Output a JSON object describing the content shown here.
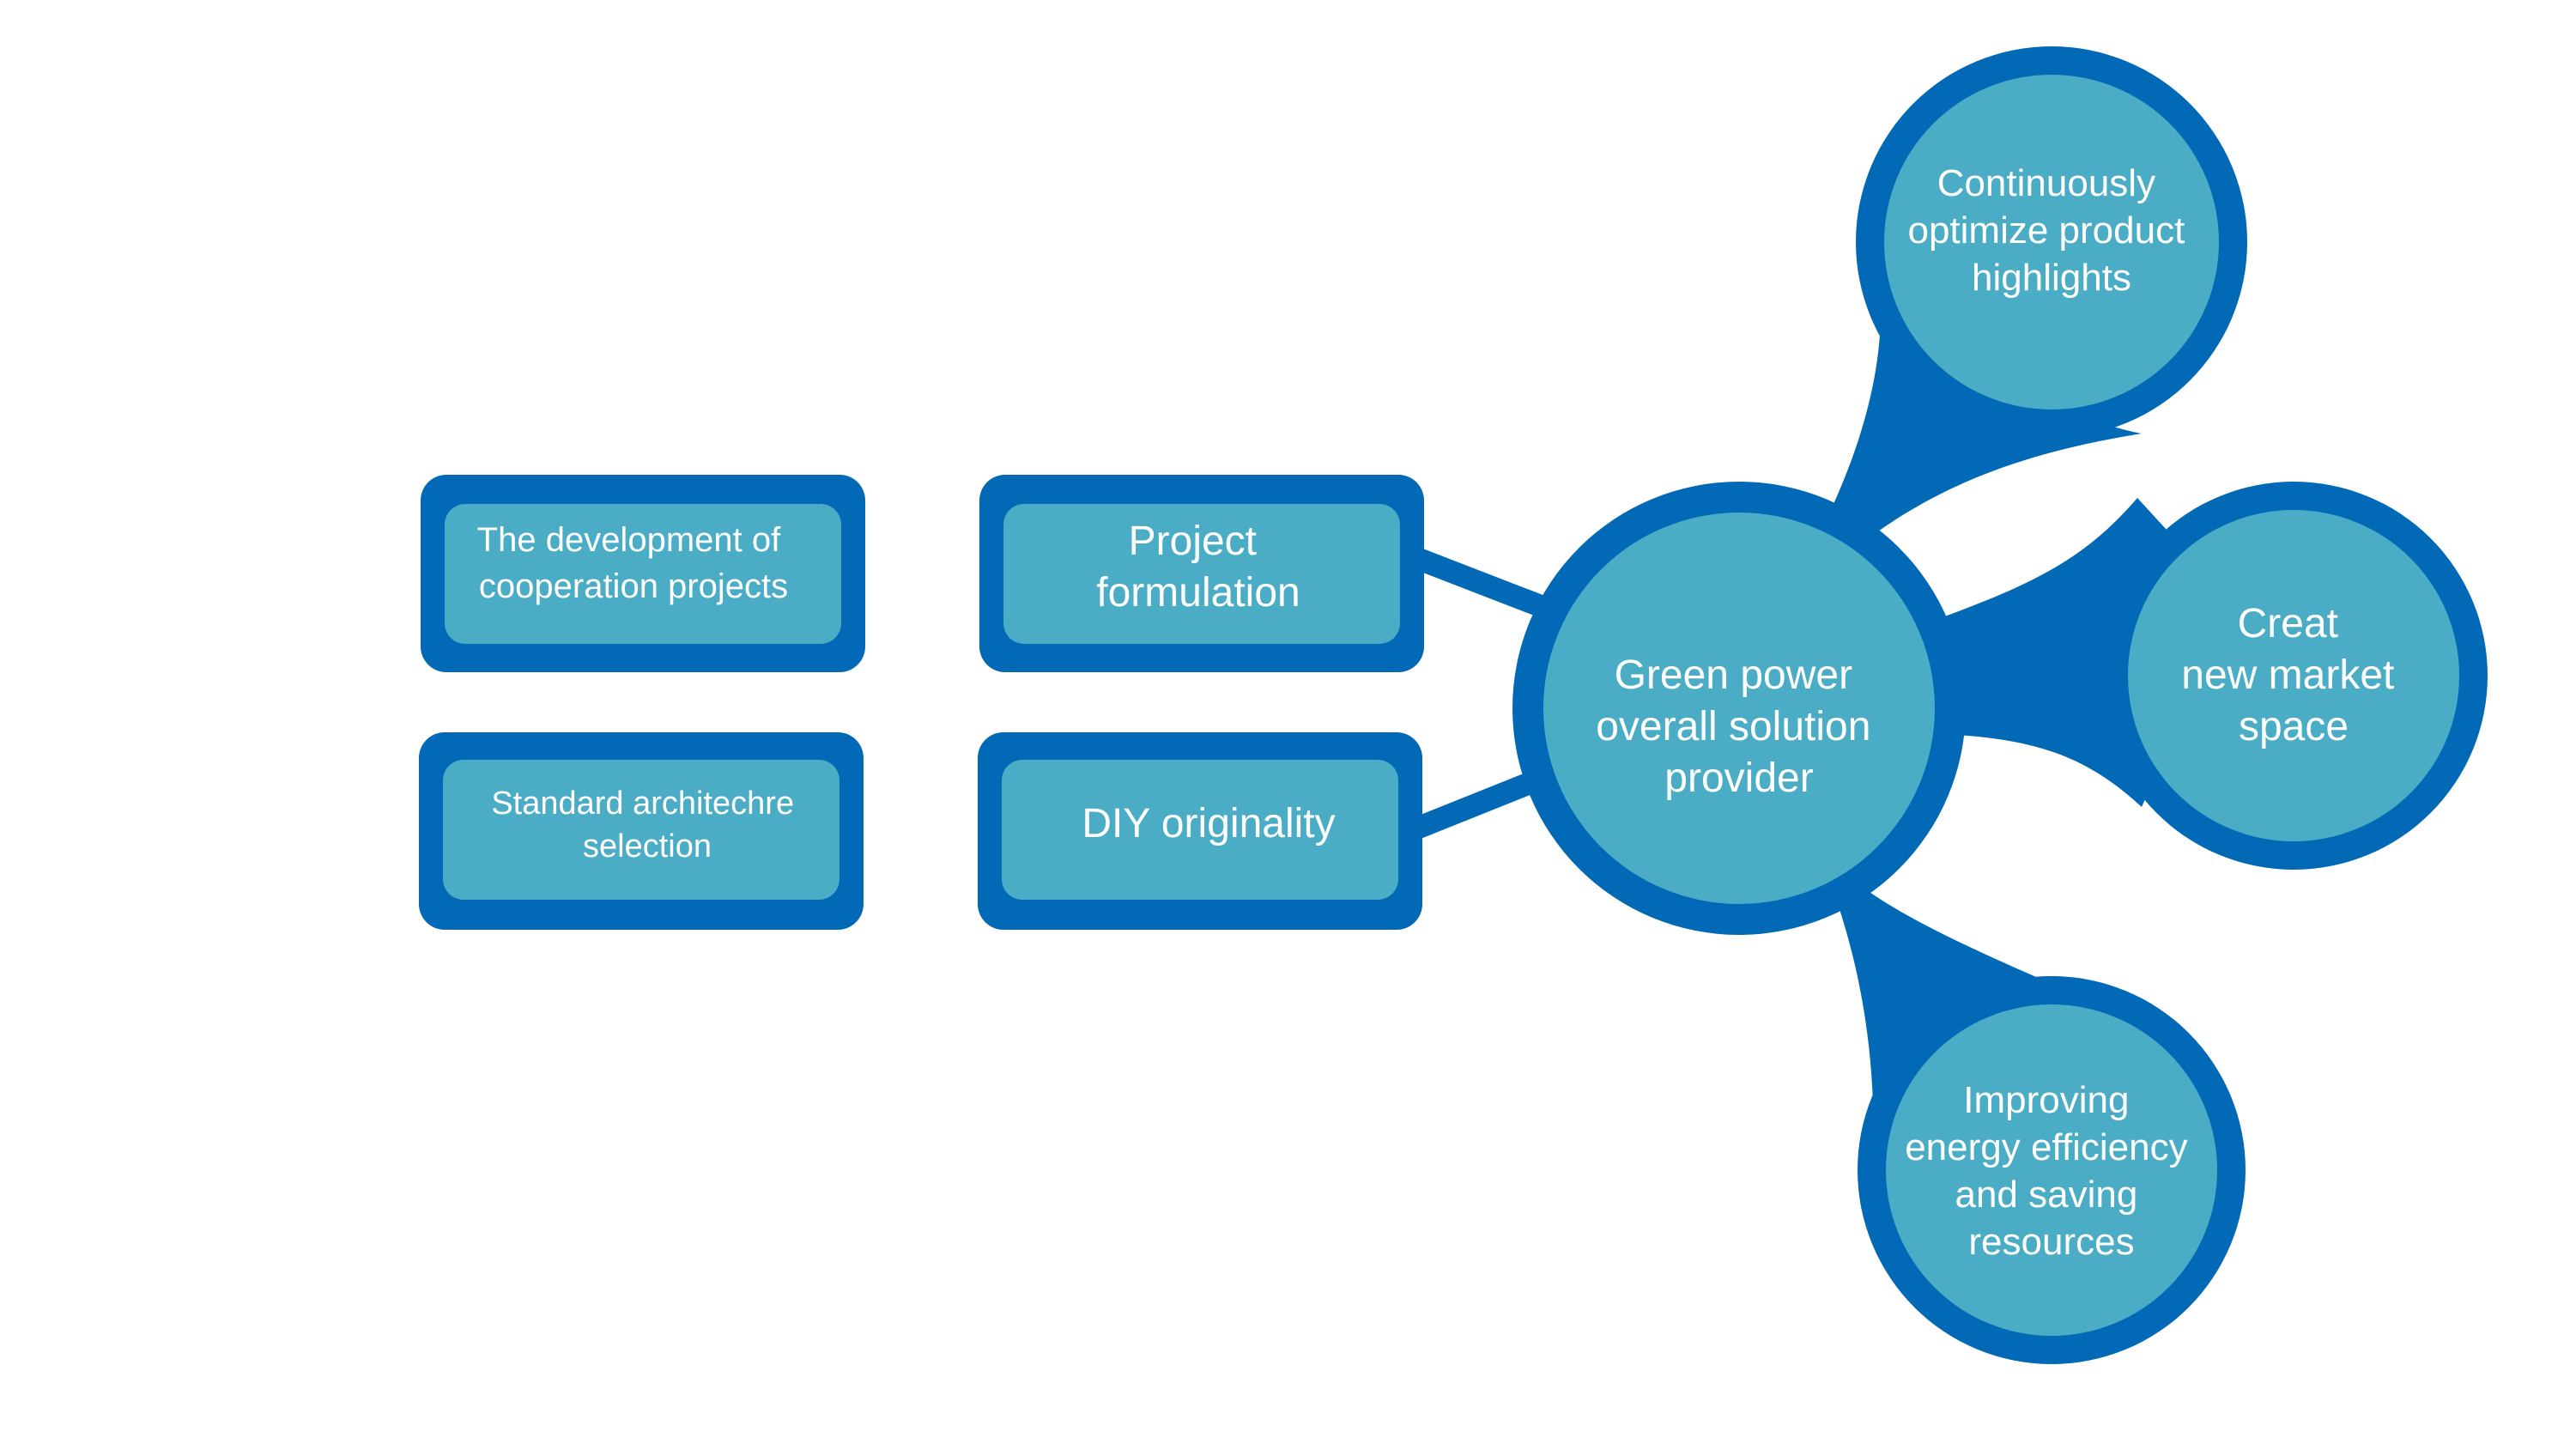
{
  "colors": {
    "outer": "#0169B5",
    "inner": "#4BACC6",
    "text": "#FFFFFF",
    "background": "#FFFFFF"
  },
  "center": {
    "lines": [
      "Green power",
      "overall solution",
      "provider"
    ]
  },
  "petals": {
    "top": [
      "Continuously",
      "optimize product",
      "highlights"
    ],
    "right": [
      "Creat",
      "new market",
      "space"
    ],
    "bottom": [
      "Improving",
      "energy efficiency",
      "and saving",
      "resources"
    ]
  },
  "boxes": {
    "project": [
      "Project",
      "formulation"
    ],
    "diy": [
      "DIY originality"
    ],
    "cooperation": [
      "The development of",
      "cooperation projects"
    ],
    "standard": [
      "Standard architechre",
      "selection"
    ]
  }
}
